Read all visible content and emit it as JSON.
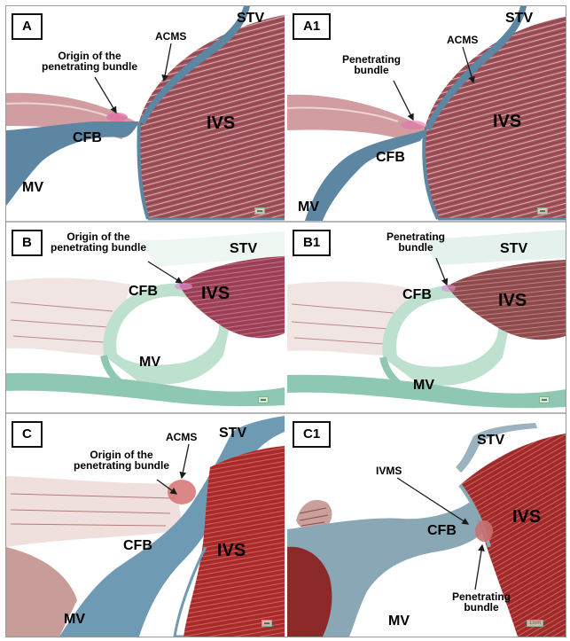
{
  "panels": {
    "A": {
      "letter": "A",
      "labels": {
        "stv": "STV",
        "acms": "ACMS",
        "origin_l1": "Origin of the",
        "origin_l2": "penetrating bundle",
        "ivs": "IVS",
        "cfb": "CFB",
        "mv": "MV"
      }
    },
    "A1": {
      "letter": "A1",
      "labels": {
        "stv": "STV",
        "acms": "ACMS",
        "pen_l1": "Penetrating",
        "pen_l2": "bundle",
        "ivs": "IVS",
        "cfb": "CFB",
        "mv": "MV"
      }
    },
    "B": {
      "letter": "B",
      "labels": {
        "origin_l1": "Origin of the",
        "origin_l2": "penetrating bundle",
        "stv": "STV",
        "cfb": "CFB",
        "ivs": "IVS",
        "mv": "MV"
      }
    },
    "B1": {
      "letter": "B1",
      "labels": {
        "pen_l1": "Penetrating",
        "pen_l2": "bundle",
        "stv": "STV",
        "cfb": "CFB",
        "ivs": "IVS",
        "mv": "MV"
      }
    },
    "C": {
      "letter": "C",
      "labels": {
        "acms": "ACMS",
        "stv": "STV",
        "origin_l1": "Origin of the",
        "origin_l2": "penetrating bundle",
        "cfb": "CFB",
        "ivs": "IVS",
        "mv": "MV"
      }
    },
    "C1": {
      "letter": "C1",
      "labels": {
        "stv": "STV",
        "ivms": "IVMS",
        "ivs": "IVS",
        "cfb": "CFB",
        "pen_l1": "Penetrating",
        "pen_l2": "bundle",
        "mv": "MV",
        "scale": "1mm"
      }
    }
  },
  "colors": {
    "muscle": "#9c4a52",
    "fibrous_blue": "#5d86a3",
    "fibrous_green": "#8fc8b2",
    "arrow": "#1a1a1a"
  }
}
